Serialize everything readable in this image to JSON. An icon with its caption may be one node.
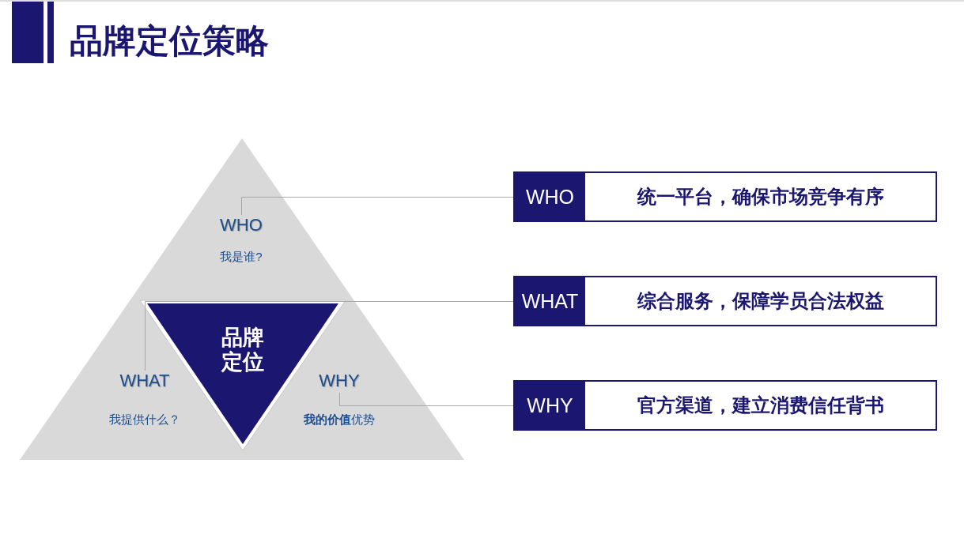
{
  "diagram": {
    "title": "品牌定位策略",
    "nodes": [
      {
        "text": [
          "WHO",
          "我是谁?"
        ]
      },
      {
        "text": [
          "品牌定位"
        ]
      },
      {
        "text": [
          "WHAT",
          "我提供什么？"
        ]
      },
      {
        "text": [
          "WHY",
          "**我的价值**优势"
        ]
      },
      {
        "text": [
          "WHO",
          "统一平台，确保市场竞争有序"
        ]
      },
      {
        "text": [
          "WHAT",
          "综合服务，保障学员合法权益"
        ]
      },
      {
        "text": [
          "WHY",
          "官方渠道，建立消费信任背书"
        ]
      }
    ],
    "edges": [
      {
        "from": 0,
        "to": 4,
        "arrow": "none"
      },
      {
        "from": 2,
        "to": 5,
        "arrow": "none"
      },
      {
        "from": 3,
        "to": 6,
        "arrow": "none"
      }
    ]
  }
}
